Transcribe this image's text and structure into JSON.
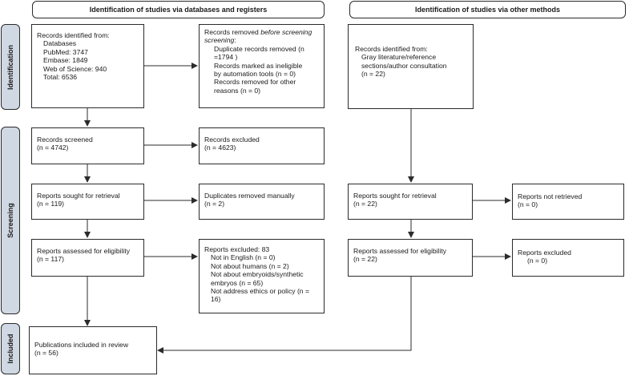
{
  "headers": {
    "databases": "Identification of studies via databases and registers",
    "other": "Identification of studies via other methods"
  },
  "phases": {
    "identification": "Identification",
    "screening": "Screening",
    "included": "Included"
  },
  "db": {
    "identified": {
      "title": "Records identified from:",
      "lines": [
        "Databases",
        "PubMed: 3747",
        "Embase: 1849",
        "Web of Science: 940",
        "Total: 6536"
      ]
    },
    "removed": {
      "title_plain": "Records removed ",
      "title_italic": "before screening",
      "title_colon": ":",
      "lines": [
        "Duplicate records removed (n",
        "=1794 )",
        "Records marked as ineligible",
        "by automation tools (n = 0)",
        "Records removed for other",
        "reasons (n = 0)"
      ]
    },
    "screened": {
      "title": "Records screened",
      "count": "(n = 4742)"
    },
    "excluded": {
      "title": "Records excluded",
      "count": "(n = 4623)"
    },
    "sought": {
      "title": "Reports sought for retrieval",
      "count": "(n = 119)"
    },
    "dup_manual": {
      "title": "Duplicates removed manually",
      "count": "(n = 2)"
    },
    "assessed": {
      "title": "Reports assessed for eligibility",
      "count": "(n = 117)"
    },
    "reports_excluded": {
      "title": "Reports excluded: 83",
      "lines": [
        "Not in English (n = 0)",
        "Not about humans (n = 2)",
        "Not about embryoids/synthetic",
        "embryos (n = 65)",
        "Not address ethics or policy (n =",
        "16)"
      ]
    },
    "included": {
      "title": "Publications included in review",
      "count": "(n = 56)"
    }
  },
  "other": {
    "identified": {
      "title": "Records identified from:",
      "lines": [
        "Gray literature/reference",
        "sections/author consultation",
        "(n = 22)"
      ]
    },
    "sought": {
      "title": "Reports sought for retrieval",
      "count": "(n = 22)"
    },
    "not_retrieved": {
      "title": "Reports not retrieved",
      "count": "(n = 0)"
    },
    "assessed": {
      "title": "Reports assessed for eligibility",
      "count": "(n = 22)"
    },
    "excluded": {
      "title": "Reports excluded",
      "count": "(n = 0)"
    }
  }
}
